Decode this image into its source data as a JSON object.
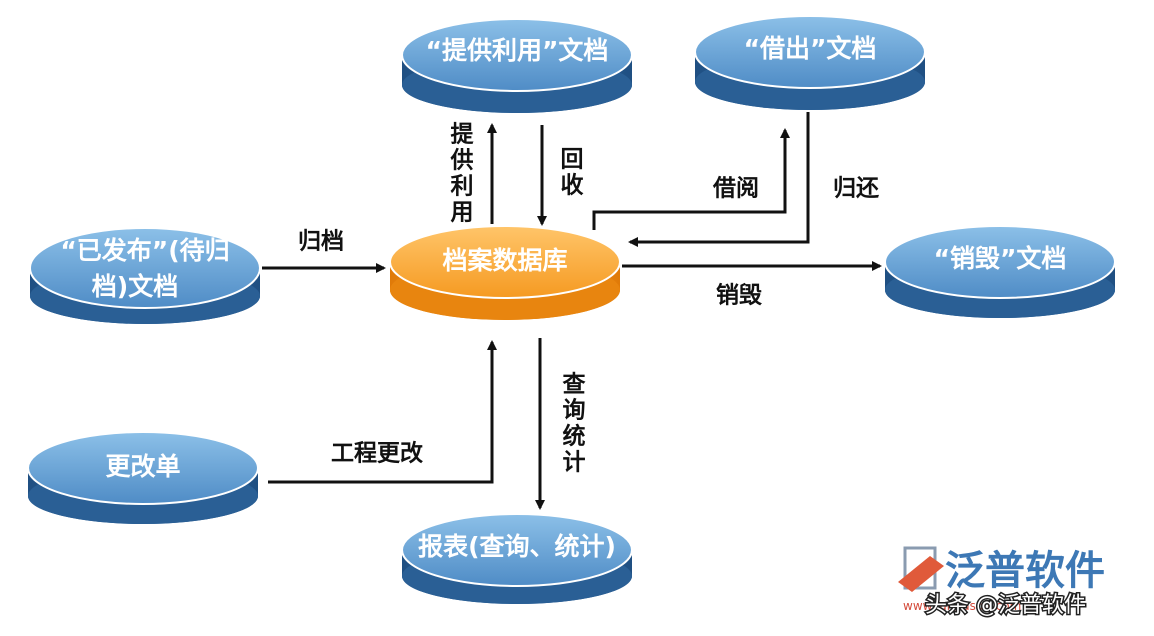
{
  "nodes": {
    "provide_docs": "“提供利用”文档",
    "borrow_docs": "“借出”文档",
    "published_docs_line1": "“已发布”(待归",
    "published_docs_line2": "档)文档",
    "archive_db": "档案数据库",
    "destroy_docs": "“销毁”文档",
    "change_order": "更改单",
    "report": "报表(查询、统计)"
  },
  "edges": {
    "provide_use": [
      "提",
      "供",
      "利",
      "用"
    ],
    "recall": [
      "回",
      "收"
    ],
    "borrow": "借阅",
    "return": "归还",
    "archive": "归档",
    "destroy": "销毁",
    "engineering_change": "工程更改",
    "query_stats": [
      "查",
      "询",
      "统",
      "计"
    ]
  },
  "watermark": {
    "brand": "泛普软件",
    "url": "www.fanpusoft.com",
    "credit": "头条 @泛普软件"
  },
  "colors": {
    "disk_blue_top": "#6fa8d8",
    "disk_blue_side": "#2a5f95",
    "disk_orange_top": "#f7a53a",
    "disk_orange_side": "#e8850f",
    "arrow": "#111111"
  }
}
